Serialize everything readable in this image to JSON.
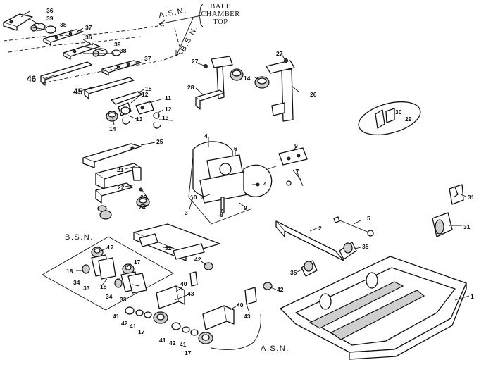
{
  "captions": {
    "asn_top": "A.S.N.",
    "bale_chamber_line1": "BALE",
    "bale_chamber_line2": "CHAMBER",
    "bale_chamber_line3": "TOP",
    "bsn_diagonal": "B.S.N.",
    "bsn_group": "B.S.N.",
    "asn_bottom": "A.S.N."
  },
  "callouts": [
    "36",
    "39",
    "38",
    "37",
    "36",
    "39",
    "38",
    "37",
    "46",
    "45",
    "15",
    "12",
    "11",
    "14",
    "13",
    "12",
    "13",
    "27",
    "28",
    "14",
    "27",
    "26",
    "30",
    "29",
    "25",
    "21",
    "22",
    "23",
    "24",
    "4",
    "6",
    "9",
    "7",
    "4",
    "10",
    "4",
    "8",
    "9",
    "3",
    "31",
    "31",
    "5",
    "2",
    "35",
    "35",
    "32",
    "1",
    "17",
    "18",
    "34",
    "33",
    "17",
    "18",
    "34",
    "33",
    "42",
    "40",
    "43",
    "42",
    "40",
    "43",
    "41",
    "42",
    "41",
    "17",
    "41",
    "42",
    "41",
    "17"
  ]
}
